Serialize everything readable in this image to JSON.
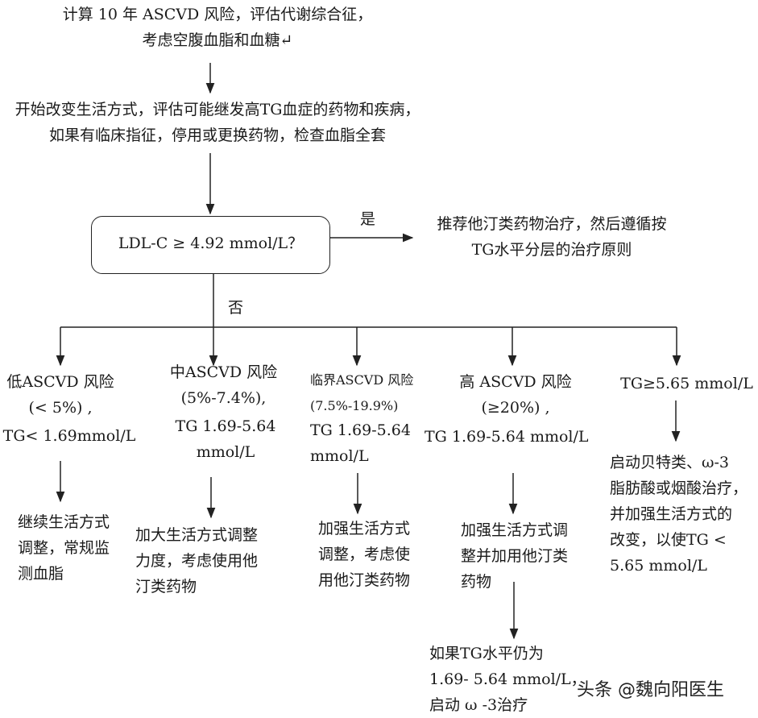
{
  "nodes": {
    "step1": [
      "计算 10 年 ASCVD 风险，评估代谢综合征，",
      "考虑空腹血脂和血糖↵"
    ],
    "step2": [
      "开始改变生活方式，评估可能继发高TG血症的药物和疾病，",
      "如果有临床指征，停用或更换药物，检查血脂全套"
    ],
    "decision": "LDL-C ≥ 4.92 mmol/L？",
    "yes_label": "是",
    "yes_result": [
      "推荐他汀类药物治疗，然后遵循按",
      "TG水平分层的治疗原则"
    ],
    "no_label": "否"
  },
  "branches": [
    {
      "risk": [
        "低ASCVD 风险",
        "(< 5%) ,"
      ],
      "tg": [
        "TG< 1.69mmol/L"
      ],
      "action": [
        "继续生活方式",
        "调整，常规监",
        "测血脂"
      ]
    },
    {
      "risk": [
        "中ASCVD 风险",
        "(5%-7.4%),"
      ],
      "tg": [
        "TG 1.69-5.64",
        "mmol/L"
      ],
      "action": [
        "加大生活方式调整",
        "力度，考虑使用他",
        "汀类药物"
      ]
    },
    {
      "risk": [
        "临界ASCVD 风险",
        "(7.5%-19.9%)"
      ],
      "tg": [
        "TG 1.69-5.64",
        "mmol/L"
      ],
      "action": [
        "加强生活方式",
        "调整，考虑使",
        "用他汀类药物"
      ]
    },
    {
      "risk": [
        "高 ASCVD 风险",
        "(≥20%) ,"
      ],
      "tg": [
        "TG 1.69-5.64 mmol/L"
      ],
      "action": [
        "加强生活方式调",
        "整并加用他汀类",
        "药物"
      ],
      "followup": [
        "如果TG水平仍为",
        "1.69- 5.64 mmol/L，",
        "启动 ω -3治疗"
      ]
    },
    {
      "risk": [
        "TG≥5.65 mmol/L"
      ],
      "action": [
        "启动贝特类、ω-3",
        "脂肪酸或烟酸治疗，",
        "并加强生活方式的",
        "改变，以使TG <",
        "5.65 mmol/L"
      ]
    }
  ],
  "watermark": "头条 @魏向阳医生",
  "colors": {
    "line": "#222222",
    "text": "#1a1a1a",
    "background": "#ffffff"
  }
}
